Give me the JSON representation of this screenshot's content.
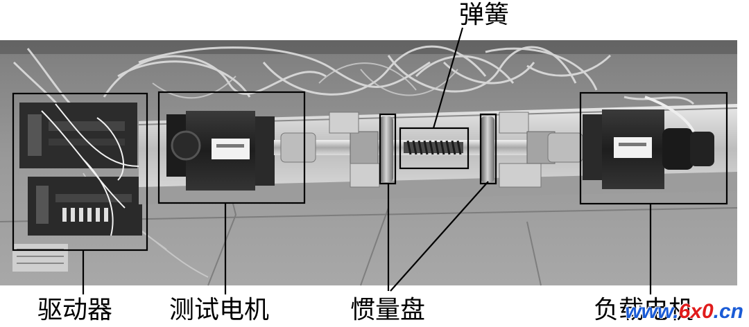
{
  "labels": {
    "driver": "驱动器",
    "test_motor": "测试电机",
    "inertia_disk": "惯量盘",
    "spring": "弹簧",
    "load_motor": "负载电机"
  },
  "watermark": {
    "prefix": "www.",
    "brand": "6x0",
    "suffix": ".cn",
    "colors": {
      "prefix": "#1a5bd6",
      "brand": "#e01b1b",
      "suffix": "#1a5bd6"
    }
  },
  "colors": {
    "frame": "#000000",
    "photo_bg": "#8f8f8f"
  }
}
